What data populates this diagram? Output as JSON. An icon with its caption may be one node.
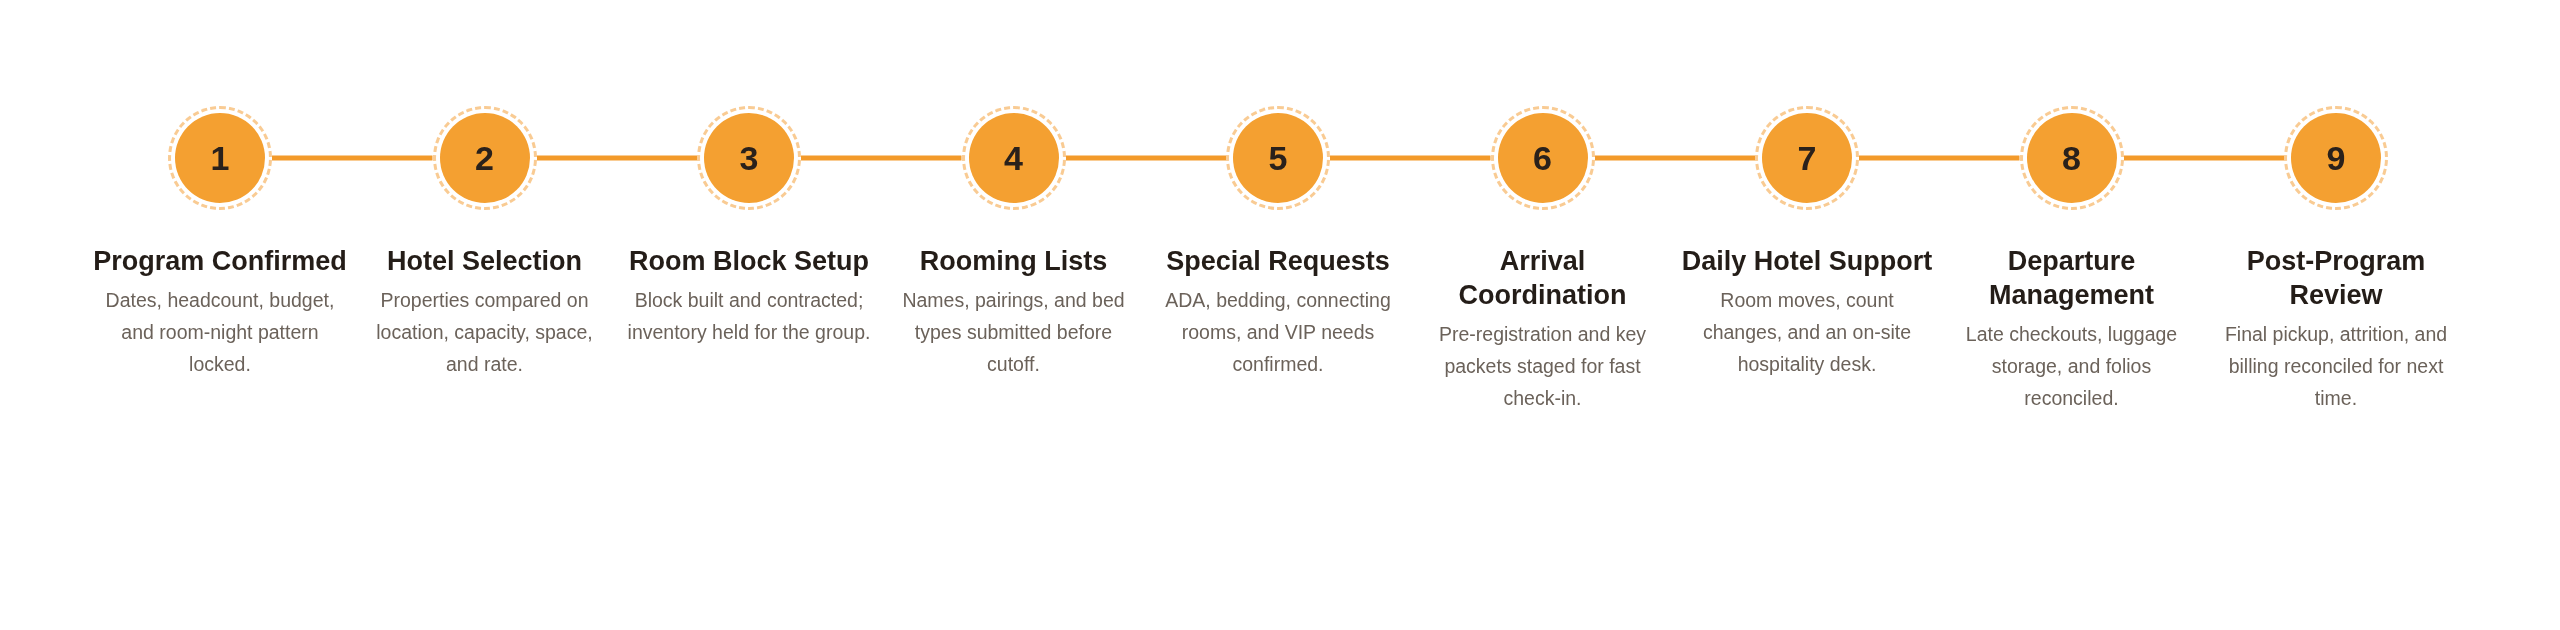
{
  "diagram": {
    "nodes": [
      {
        "text": [
          "1"
        ],
        "beside": [
          "Program Confirmed",
          "Dates, headcount, budget, and room-night pattern locked."
        ]
      },
      {
        "text": [
          "2"
        ],
        "beside": [
          "Hotel Selection",
          "Properties compared on location, capacity, space, and rate."
        ]
      },
      {
        "text": [
          "3"
        ],
        "beside": [
          "Room Block Setup",
          "Block built and contracted; inventory held for the group."
        ]
      },
      {
        "text": [
          "4"
        ],
        "beside": [
          "Rooming Lists",
          "Names, pairings, and bed types submitted before cutoff."
        ]
      },
      {
        "text": [
          "5"
        ],
        "beside": [
          "Special Requests",
          "ADA, bedding, connecting rooms, and VIP needs confirmed."
        ]
      },
      {
        "text": [
          "6"
        ],
        "beside": [
          "Arrival Coordination",
          "Pre-registration and key packets staged for fast check-in."
        ]
      },
      {
        "text": [
          "7"
        ],
        "beside": [
          "Daily Hotel Support",
          "Room moves, count changes, and an on-site hospitality desk."
        ]
      },
      {
        "text": [
          "8"
        ],
        "beside": [
          "Departure Management",
          "Late checkouts, luggage storage, and folios reconciled."
        ]
      },
      {
        "text": [
          "9"
        ],
        "beside": [
          "Post-Program Review",
          "Final pickup, attrition, and billing reconciled for next time."
        ]
      }
    ],
    "edges": [
      {
        "from": 0,
        "to": 1,
        "arrow": "none"
      },
      {
        "from": 1,
        "to": 2,
        "arrow": "none"
      },
      {
        "from": 2,
        "to": 3,
        "arrow": "none"
      },
      {
        "from": 3,
        "to": 4,
        "arrow": "none"
      },
      {
        "from": 4,
        "to": 5,
        "arrow": "none"
      },
      {
        "from": 5,
        "to": 6,
        "arrow": "none"
      },
      {
        "from": 6,
        "to": 7,
        "arrow": "none"
      },
      {
        "from": 7,
        "to": 8,
        "arrow": "none"
      }
    ]
  }
}
